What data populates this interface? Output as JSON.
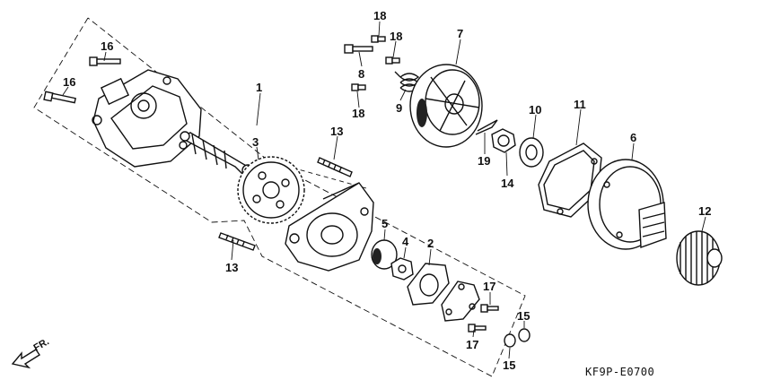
{
  "diagram_code": "KF9P-E0700",
  "front_marker": "FR.",
  "callouts": [
    "16",
    "16",
    "1",
    "3",
    "13",
    "13",
    "18",
    "18",
    "8",
    "18",
    "9",
    "7",
    "19",
    "14",
    "10",
    "11",
    "6",
    "12",
    "5",
    "4",
    "2",
    "17",
    "17",
    "15",
    "15"
  ]
}
